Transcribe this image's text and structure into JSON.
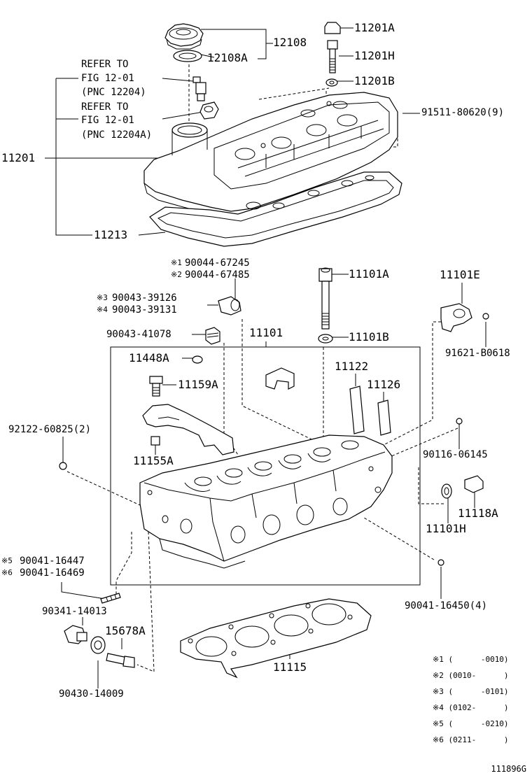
{
  "figure_code": "111896G",
  "parts": {
    "p12108": "12108",
    "p12108a": "12108A",
    "p11201a": "11201A",
    "p11201h": "11201H",
    "p11201b": "11201B",
    "p91511": "91511-80620(9)",
    "p11201": "11201",
    "p11213": "11213",
    "p90044a": "90044-67245",
    "p90044b": "90044-67485",
    "p90043a": "90043-39126",
    "p90043b": "90043-39131",
    "p90043c": "90043-41078",
    "p11101a": "11101A",
    "p11101e": "11101E",
    "p11101": "11101",
    "p11101b": "11101B",
    "p91621": "91621-B0618",
    "p11448a": "11448A",
    "p11159a": "11159A",
    "p11122": "11122",
    "p11126": "11126",
    "p92122": "92122-60825(2)",
    "p90116": "90116-06145",
    "p11155a": "11155A",
    "p11118a": "11118A",
    "p11101h": "11101H",
    "p90041a": "90041-16447",
    "p90041b": "90041-16469",
    "p90041c": "90041-16450(4)",
    "p90341": "90341-14013",
    "p15678a": "15678A",
    "p11115": "11115",
    "p90430": "90430-14009"
  },
  "refs": {
    "r1_l1": "REFER TO",
    "r1_l2": "FIG 12-01",
    "r1_l3": "(PNC 12204)",
    "r2_l1": "REFER TO",
    "r2_l2": "FIG 12-01",
    "r2_l3": "(PNC 12204A)"
  },
  "marks": {
    "m1": "※1",
    "m2": "※2",
    "m3": "※3",
    "m4": "※4",
    "m5": "※5",
    "m6": "※6"
  },
  "notes": [
    "※1 (      -0010)",
    "※2 (0010-      )",
    "※3 (      -0101)",
    "※4 (0102-      )",
    "※5 (      -0210)",
    "※6 (0211-      )"
  ]
}
